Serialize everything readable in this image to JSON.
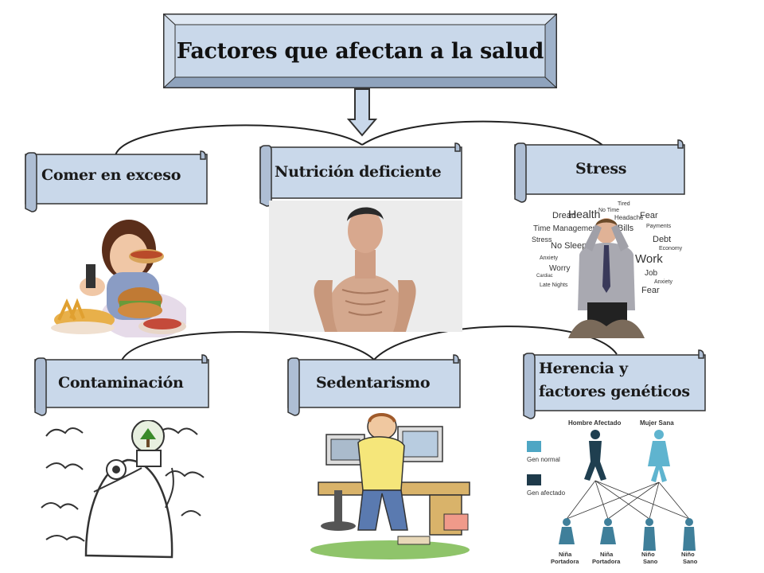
{
  "title": "Factores que afectan a la salud",
  "factors": {
    "comer": "Comer en exceso",
    "nutricion": "Nutrición deficiente",
    "stress": "Stress",
    "contaminacion": "Contaminación",
    "sedentarismo": "Sedentarismo",
    "herencia_l1": "Herencia y",
    "herencia_l2": "factores genéticos"
  },
  "stress_words": [
    "Dread",
    "Health",
    "No Time",
    "Tired",
    "Headache",
    "Fear",
    "Time Management",
    "Bills",
    "Payments",
    "Stress",
    "No Sleep",
    "Debt",
    "Anxiety",
    "Work",
    "Economy",
    "Worry",
    "Job",
    "Cardiac",
    "Anxiety",
    "Late Nights",
    "Fear"
  ],
  "genetics": {
    "hombre": "Hombre Afectado",
    "mujer": "Mujer Sana",
    "gen_normal": "Gen normal",
    "gen_afectado": "Gen afectado",
    "c1a": "Niña",
    "c1b": "Portadora",
    "c2a": "Niña",
    "c2b": "Portadora",
    "c3a": "Niño",
    "c3b": "Sano",
    "c4a": "Niño",
    "c4b": "Sano"
  },
  "colors": {
    "box_fill": "#c9d8ea",
    "box_border": "#333333",
    "connector": "#222222"
  }
}
